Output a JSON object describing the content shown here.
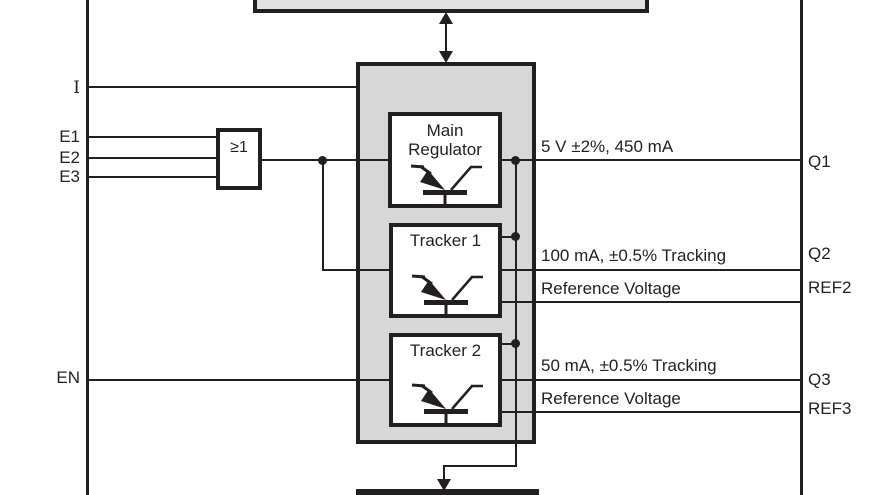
{
  "diagram": {
    "inputs": [
      {
        "label": "I"
      },
      {
        "label": "E1"
      },
      {
        "label": "E2"
      },
      {
        "label": "E3"
      },
      {
        "label": "EN"
      }
    ],
    "or_gate": {
      "label": "≥1"
    },
    "blocks": [
      {
        "title": "Main Regulator"
      },
      {
        "title": "Tracker 1"
      },
      {
        "title": "Tracker 2"
      }
    ],
    "outputs": [
      {
        "annotation": "5 V ±2%, 450 mA",
        "port": "Q1"
      },
      {
        "annotation": "100 mA, ±0.5% Tracking",
        "port": "Q2"
      },
      {
        "annotation": "Reference Voltage",
        "port": "REF2"
      },
      {
        "annotation": "50 mA, ±0.5% Tracking",
        "port": "Q3"
      },
      {
        "annotation": "Reference Voltage",
        "port": "REF3"
      }
    ],
    "colors": {
      "line": "#231f20",
      "regulator_block_fill": "#d7d7d7",
      "upper_block_fill": "#e2e2e2",
      "inner_box_fill": "#ffffff"
    }
  }
}
